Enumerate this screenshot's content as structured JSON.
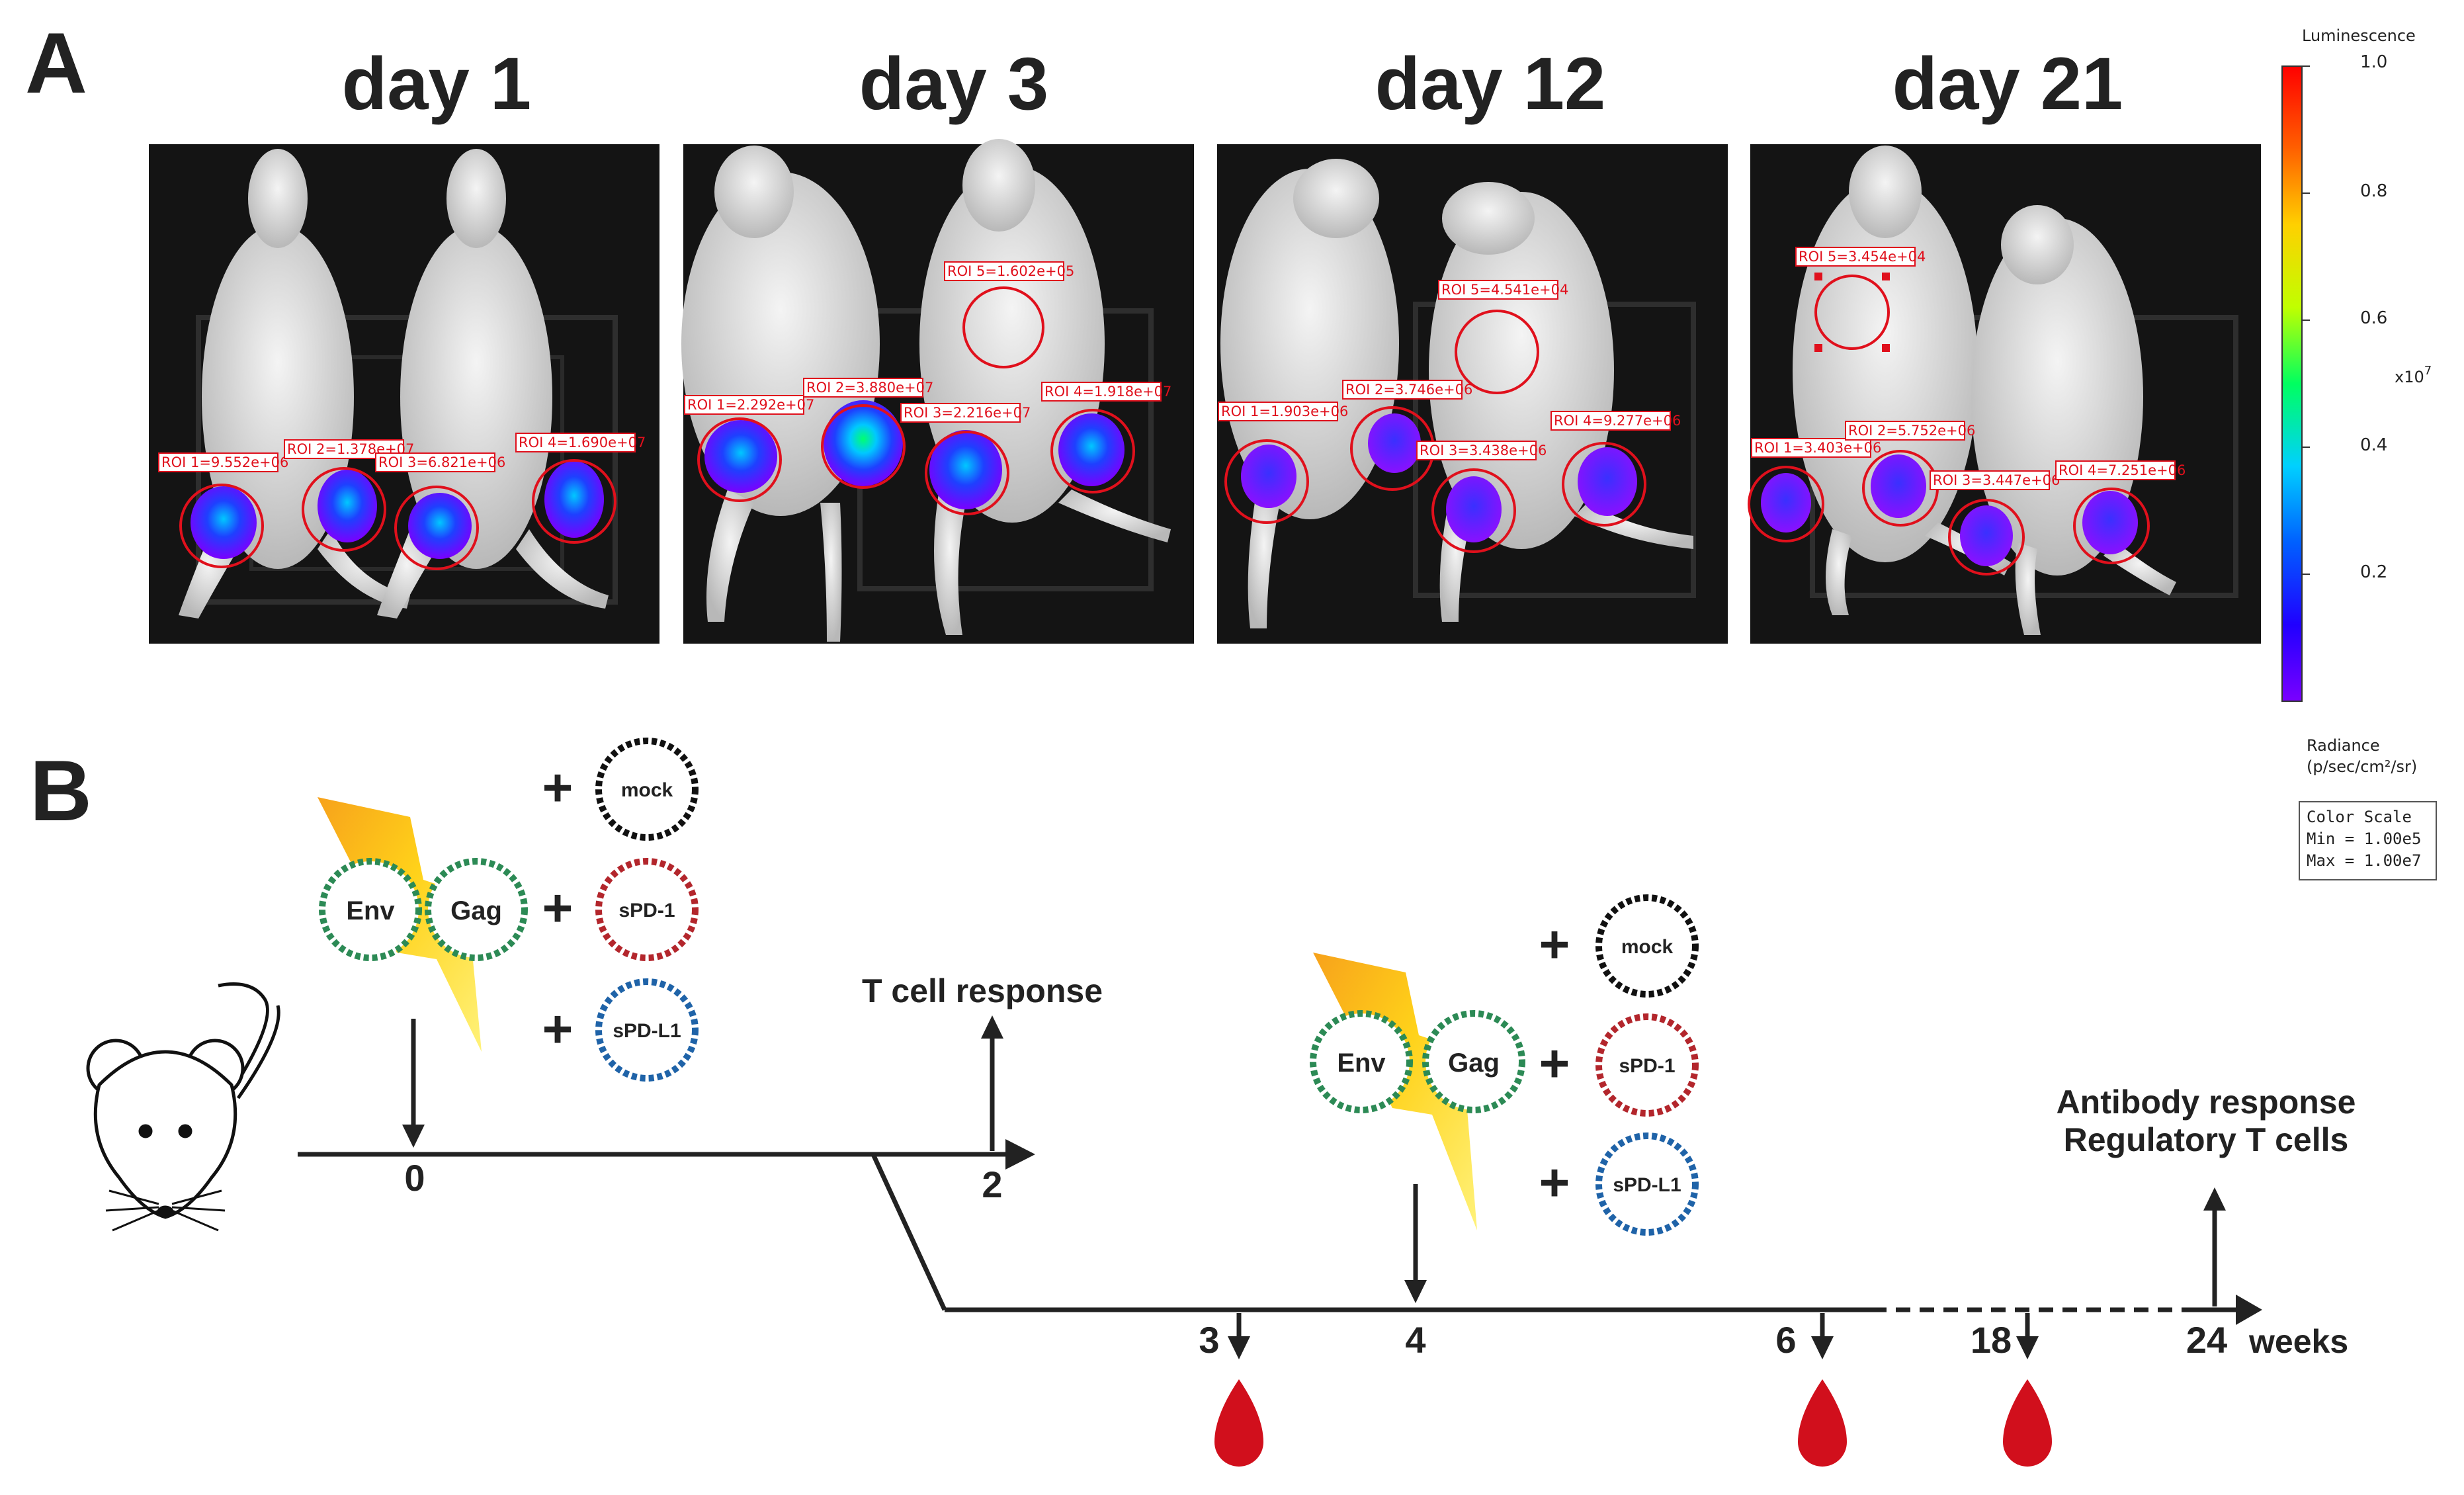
{
  "panel_a": {
    "label": "A",
    "days": [
      {
        "title": "day 1",
        "rois": [
          "ROI 1=9.552e+06",
          "ROI 2=1.378e+07",
          "ROI 3=6.821e+06",
          "ROI 4=1.690e+07"
        ]
      },
      {
        "title": "day 3",
        "rois": [
          "ROI 1=2.292e+07",
          "ROI 2=3.880e+07",
          "ROI 3=2.216e+07",
          "ROI 4=1.918e+07",
          "ROI 5=1.602e+05"
        ]
      },
      {
        "title": "day 12",
        "rois": [
          "ROI 1=1.903e+06",
          "ROI 2=3.746e+06",
          "ROI 3=3.438e+06",
          "ROI 4=9.277e+06",
          "ROI 5=4.541e+04"
        ]
      },
      {
        "title": "day 21",
        "rois": [
          "ROI 1=3.403e+06",
          "ROI 2=5.752e+06",
          "ROI 3=3.447e+06",
          "ROI 4=7.251e+06",
          "ROI 5=3.454e+04"
        ]
      }
    ]
  },
  "color_scale": {
    "title": "Luminescence",
    "ticks": [
      "1.0",
      "0.8",
      "0.6",
      "0.4",
      "0.2"
    ],
    "multiplier": "x10",
    "exponent": "7",
    "radiance_label": "Radiance",
    "radiance_units": "(p/sec/cm²/sr)",
    "box_title": "Color Scale",
    "box_min": "Min = 1.00e5",
    "box_max": "Max = 1.00e7",
    "colors": [
      "#7a00ff",
      "#2000ff",
      "#0060ff",
      "#00d0ff",
      "#00ff60",
      "#c0ff00",
      "#ffd000",
      "#ff6000",
      "#ff0000"
    ]
  },
  "panel_b": {
    "label": "B",
    "prime": {
      "env": "Env",
      "gag": "Gag",
      "plus": "+",
      "opts": [
        "mock",
        "sPD-1",
        "sPD-L1"
      ]
    },
    "boost": {
      "env": "Env",
      "gag": "Gag",
      "plus": "+",
      "opts": [
        "mock",
        "sPD-1",
        "sPD-L1"
      ]
    },
    "t_cell_response": "T cell response",
    "antibody_response": "Antibody response",
    "regulatory_t_cells": "Regulatory T cells",
    "ticks": [
      "0",
      "2",
      "3",
      "4",
      "6",
      "18",
      "24"
    ],
    "unit": "weeks",
    "plasmid_colors": {
      "mock": "#111111",
      "sPD-1": "#b3262c",
      "sPD-L1": "#1f63a8",
      "env_gag": "#2c8a55"
    },
    "blood_color": "#d10f1c"
  }
}
